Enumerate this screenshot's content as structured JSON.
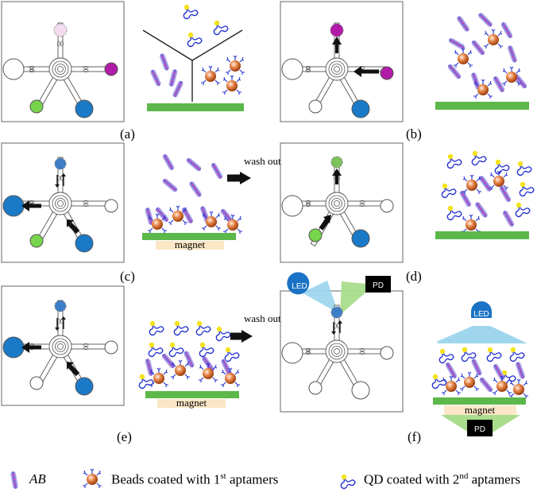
{
  "panels": {
    "a": "(a)",
    "b": "(b)",
    "c": "(c)",
    "d": "(d)",
    "e": "(e)",
    "f": "(f)"
  },
  "annotations": {
    "wash_out": "wash out",
    "magnet": "magnet",
    "led": "LED",
    "pd": "PD"
  },
  "legend": {
    "ab": "AB",
    "beads_prefix": "Beads coated with 1",
    "beads_sup": "st",
    "beads_suffix": "  aptamers",
    "qd_prefix": "QD coated with 2",
    "qd_sup": "nd",
    "qd_suffix": " aptamers"
  },
  "colors": {
    "purple_reservoir": "#b21aa8",
    "green_reservoir": "#78d44a",
    "blue_reservoir": "#1a7ac8",
    "substrate_green": "#5cb84a",
    "magnet_fill": "#fbe7c6",
    "led_blue": "#1a73c4",
    "light_cone": "#9fd6ee",
    "pd_cone": "#a9dc8c",
    "ab_body": "#8b7fd6",
    "ab_core": "#5a3fc0",
    "bead_orange": "#e07a3c",
    "aptamer_blue": "#1f2fd0",
    "qd_yellow": "#f4e21a"
  }
}
